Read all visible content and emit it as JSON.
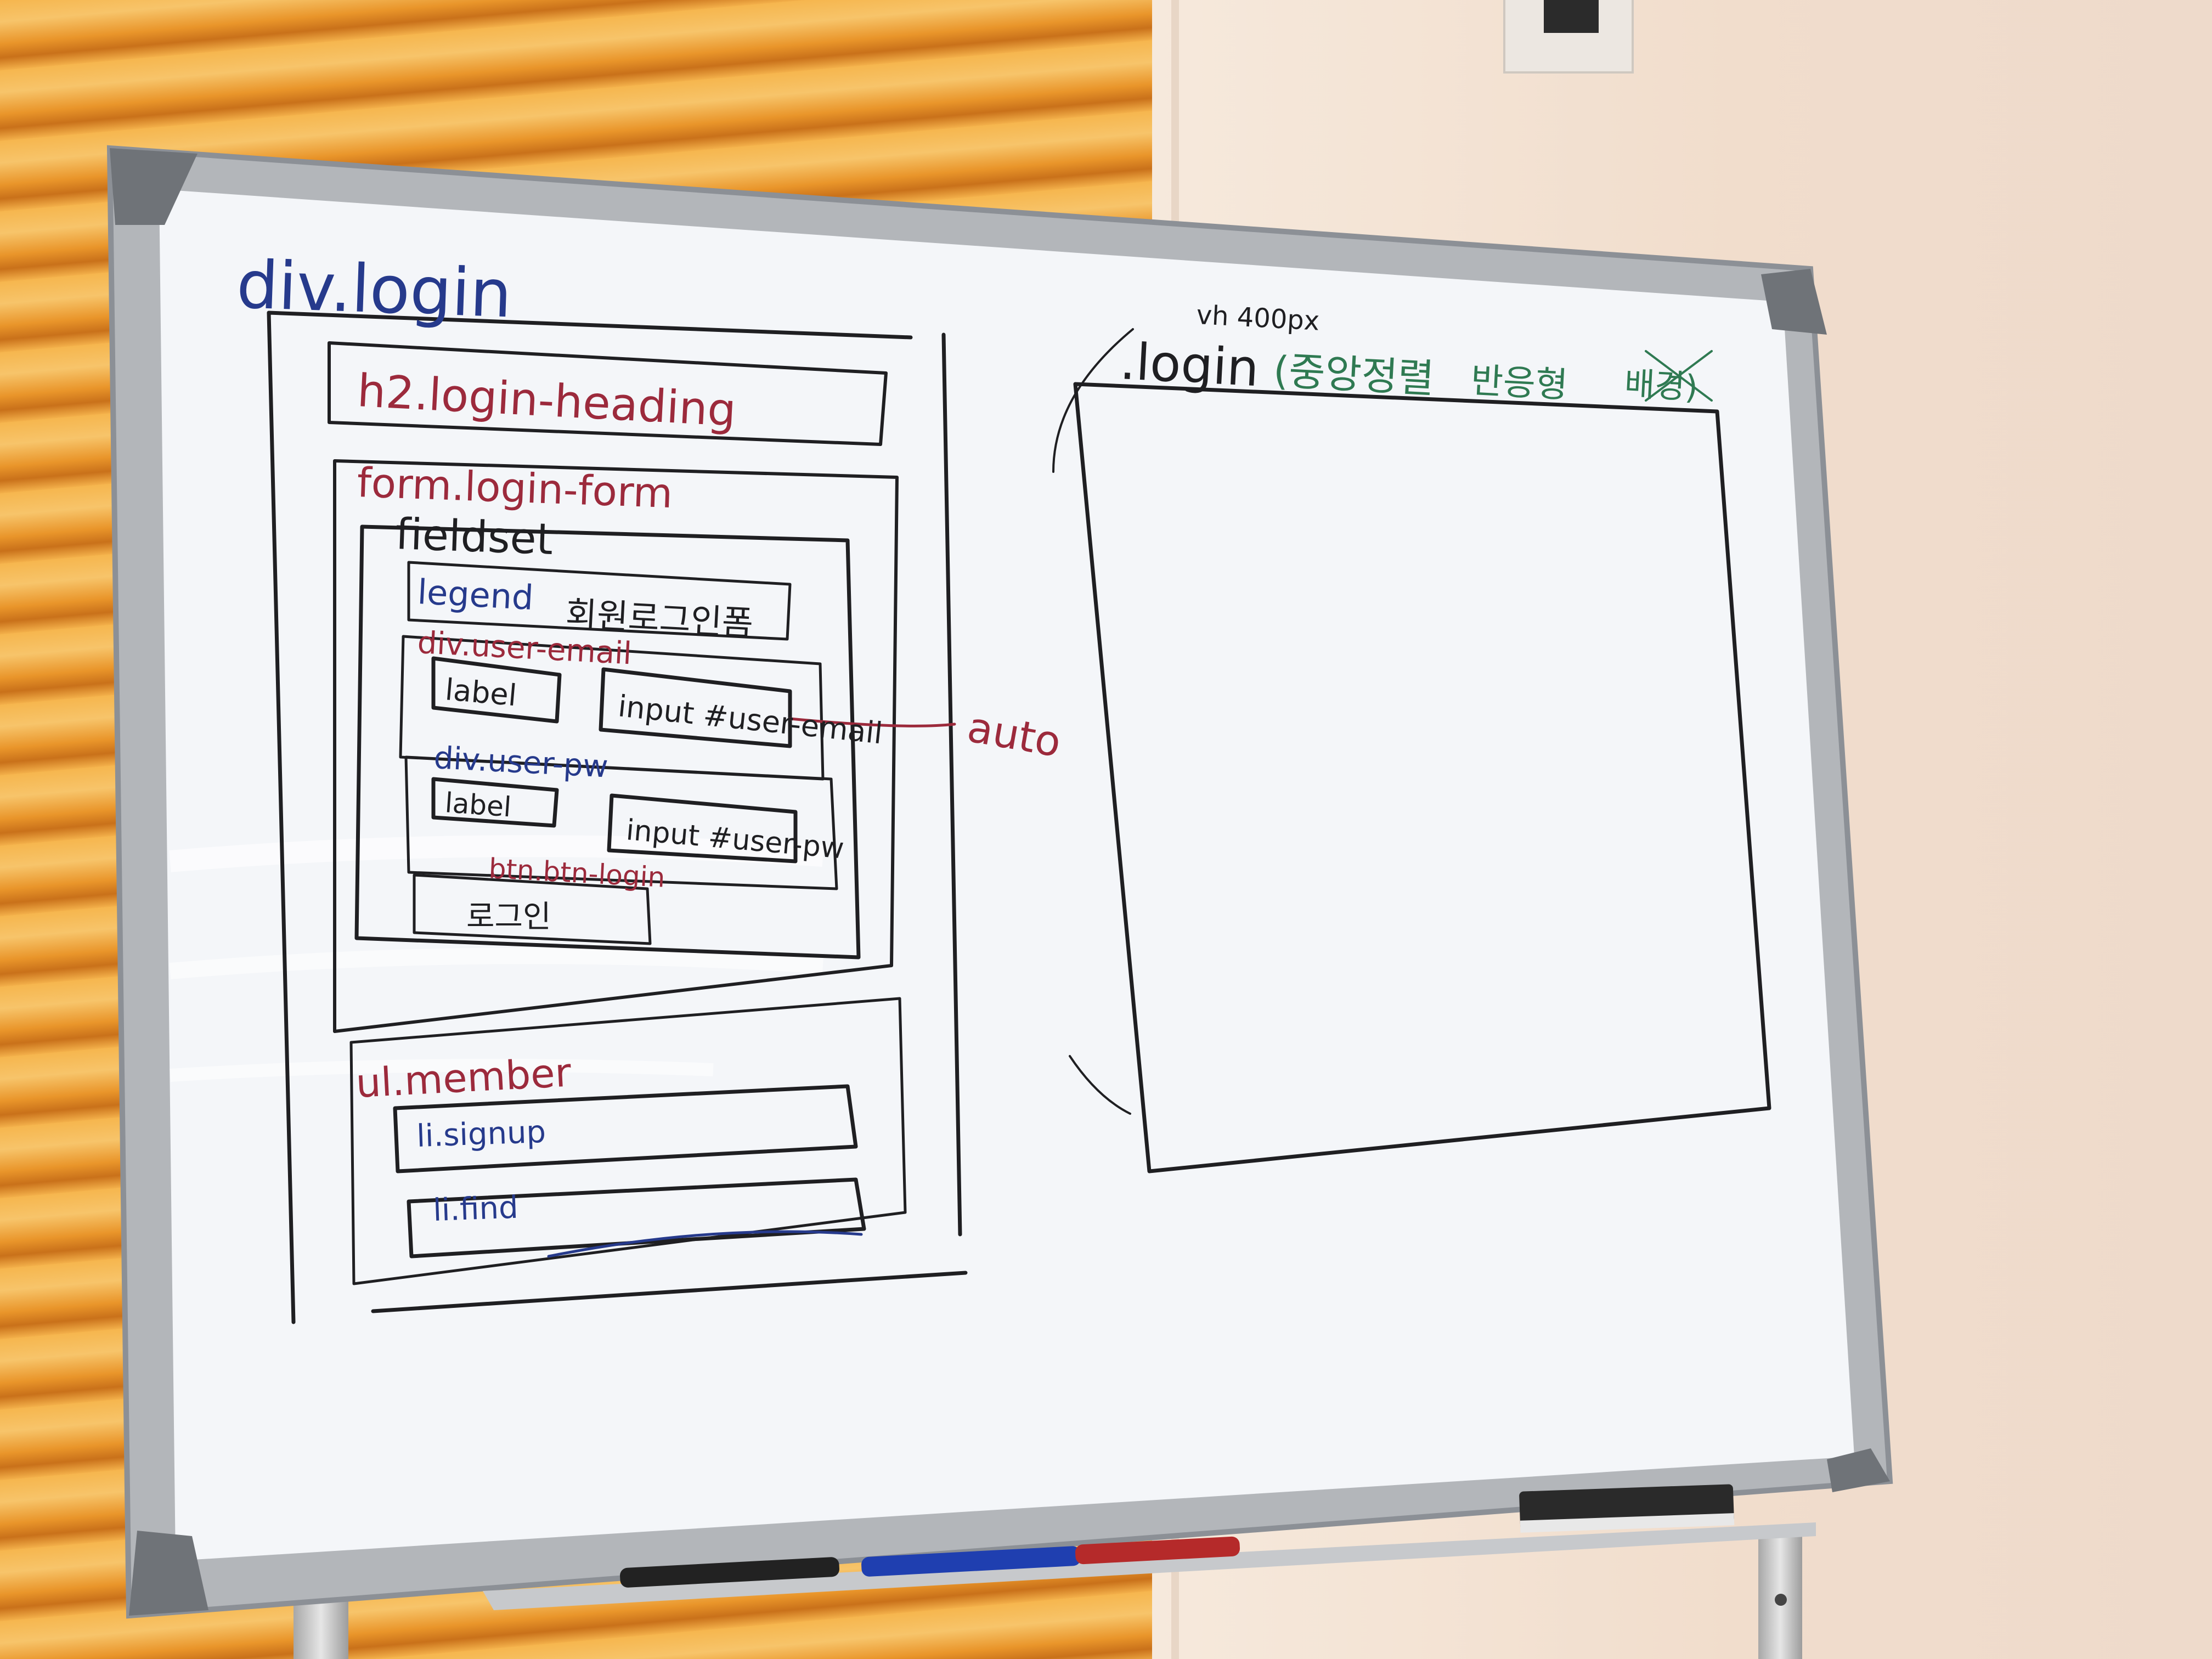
{
  "whiteboard": {
    "title": "div.login",
    "left_diagram": {
      "heading": "h2.login-heading",
      "form": "form.login-form",
      "fieldset": "fieldset",
      "legend": "legend",
      "legend_text": "회원로그인폼",
      "email_group": "div.user-email",
      "label_1": "label",
      "input_1": "input #user-email",
      "autofocus_note": "auto",
      "pw_group": "div.user-pw",
      "label_2": "label",
      "input_2": "input #user-pw",
      "button": "btn.btn-login",
      "button_text": "로그인",
      "member": "ul.member",
      "item_1": "li.signup",
      "item_2": "li.find"
    },
    "right_diagram": {
      "top_note": "vh 400px",
      "label": ".login",
      "note_1": "(중앙정렬",
      "note_2": "반응형",
      "note_3": "배경)"
    }
  },
  "colors": {
    "marker_black": "#1f1f22",
    "marker_blue": "#263a8c",
    "marker_red": "#9c2a3c",
    "marker_green": "#2f7a52"
  }
}
